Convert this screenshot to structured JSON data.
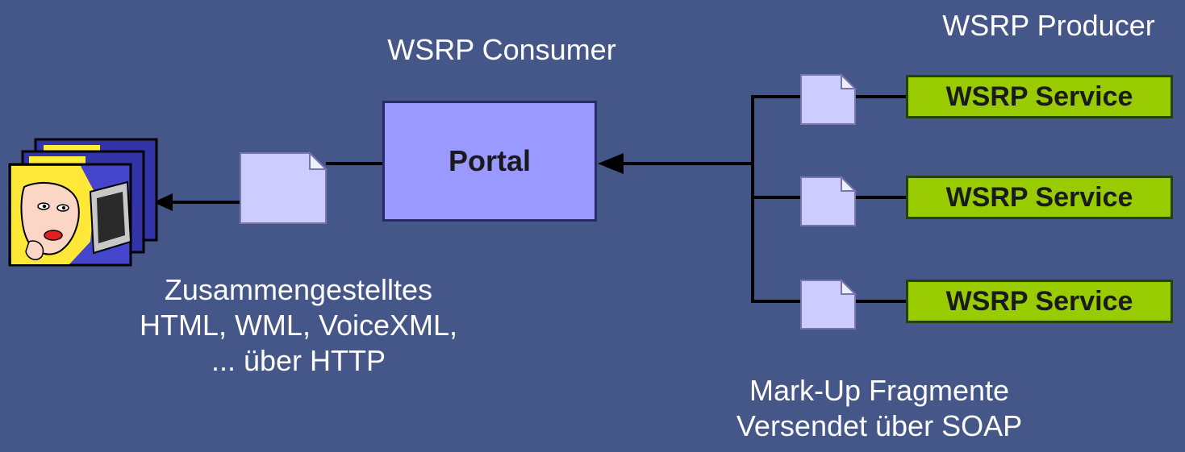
{
  "consumer_label": "WSRP Consumer",
  "producer_label": "WSRP Producer",
  "portal_label": "Portal",
  "services": [
    {
      "label": "WSRP Service"
    },
    {
      "label": "WSRP Service"
    },
    {
      "label": "WSRP Service"
    }
  ],
  "client_caption": [
    "Zusammengestelltes",
    "HTML, WML, VoiceXML,",
    "... über HTTP"
  ],
  "fragment_caption": [
    "Mark-Up Fragmente",
    "Versendet über SOAP"
  ],
  "colors": {
    "background": "#455689",
    "portal_fill": "#9999ff",
    "service_fill": "#99cc00",
    "document_fill": "#ccccff",
    "connector": "#000000",
    "text": "#ffffff"
  },
  "icons": [
    "document-icon",
    "user-at-computer-clipart-icon"
  ]
}
